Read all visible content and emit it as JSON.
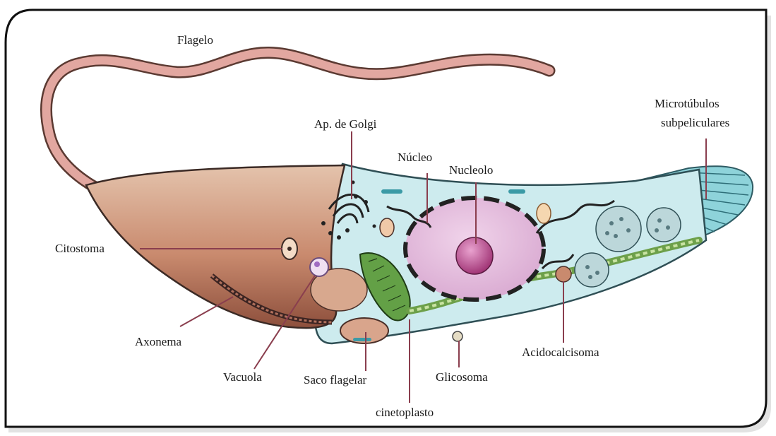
{
  "labels": {
    "flagelo": "Flagelo",
    "golgi": "Ap. de Golgi",
    "nucleo": "Núcleo",
    "nucleolo": "Nucleolo",
    "microtubulos_1": "Microtúbulos",
    "microtubulos_2": "subpeliculares",
    "citostoma": "Citostoma",
    "axonema": "Axonema",
    "vacuola": "Vacuola",
    "saco_flagelar": "Saco flagelar",
    "cinetoplasto": "cinetoplasto",
    "glicosoma": "Glicosoma",
    "acidocalcisoma": "Acidocalcisoma"
  },
  "colors": {
    "flagellum": "#e2a7a0",
    "anterior_body": "#c98a6e",
    "cytoplasm": "#cdebee",
    "microtubule_zone": "#8ed3da",
    "nucleus": "#e0b6d8",
    "nucleolus": "#b24a86",
    "kinetoplast": "#63a046",
    "leader_line": "#8a3e4e"
  }
}
